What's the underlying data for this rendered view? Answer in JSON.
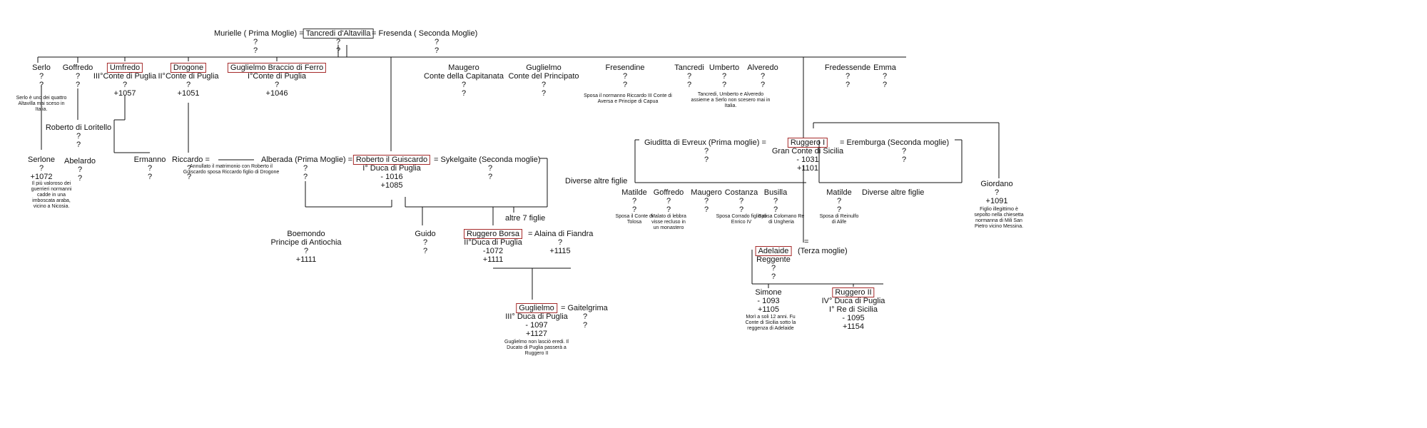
{
  "persons": [
    {
      "id": "murielle",
      "lines": [
        "Murielle ( Prima Moglie) =",
        "?",
        "?"
      ]
    },
    {
      "id": "tancredi",
      "lines": [
        "Tancredi d'Altavilla",
        "?",
        "?"
      ],
      "boxed": true,
      "box_color": "#333333"
    },
    {
      "id": "fresenda",
      "lines": [
        "= Fresenda ( Seconda Moglie)",
        "?",
        "?"
      ]
    },
    {
      "id": "serlo",
      "lines": [
        "Serlo",
        "?",
        "?"
      ]
    },
    {
      "id": "goffredo",
      "lines": [
        "Goffredo",
        "?",
        "?"
      ]
    },
    {
      "id": "umfredo",
      "lines": [
        "Umfredo",
        "III°Conte di Puglia",
        "?",
        "+1057"
      ],
      "boxed": true
    },
    {
      "id": "drogone",
      "lines": [
        "Drogone",
        "II°Conte di Puglia",
        "?",
        "+1051"
      ],
      "boxed": true
    },
    {
      "id": "guglielmo-braccio",
      "lines": [
        "Guglielmo Braccio di Ferro",
        "I°Conte di Puglia",
        "?",
        "+1046"
      ],
      "boxed": true
    },
    {
      "id": "maugero-capitanata",
      "lines": [
        "Maugero",
        "Conte della Capitanata",
        "?",
        "?"
      ]
    },
    {
      "id": "guglielmo-principato",
      "lines": [
        "Guglielmo",
        "Conte del Principato",
        "?",
        "?"
      ]
    },
    {
      "id": "fresendine",
      "lines": [
        "Fresendine",
        "?",
        "?"
      ]
    },
    {
      "id": "tancredi-figlio",
      "lines": [
        "Tancredi",
        "?",
        "?"
      ]
    },
    {
      "id": "umberto",
      "lines": [
        "Umberto",
        "?",
        "?"
      ]
    },
    {
      "id": "alveredo",
      "lines": [
        "Alveredo",
        "?",
        "?"
      ]
    },
    {
      "id": "fredessende",
      "lines": [
        "Fredessende",
        "?",
        "?"
      ]
    },
    {
      "id": "emma",
      "lines": [
        "Emma",
        "?",
        "?"
      ]
    },
    {
      "id": "roberto-loritello",
      "lines": [
        "Roberto di Loritello",
        "?",
        "?"
      ]
    },
    {
      "id": "serlone",
      "lines": [
        "Serlone",
        "?",
        "+1072"
      ]
    },
    {
      "id": "abelardo",
      "lines": [
        "Abelardo",
        "?",
        "?"
      ]
    },
    {
      "id": "ermanno",
      "lines": [
        "Ermanno",
        "?",
        "?"
      ]
    },
    {
      "id": "riccardo",
      "lines": [
        "Riccardo =",
        "?",
        "?"
      ]
    },
    {
      "id": "alberada",
      "lines": [
        "Alberada (Prima Moglie) =",
        "?",
        "?"
      ]
    },
    {
      "id": "roberto-guiscardo",
      "lines": [
        "Roberto il Guiscardo",
        "I° Duca di Puglia",
        "- 1016",
        "+1085"
      ],
      "boxed": true
    },
    {
      "id": "sykelgaite",
      "lines": [
        "= Sykelgaite (Seconda moglie)",
        "?",
        "?"
      ]
    },
    {
      "id": "giuditta",
      "lines": [
        "Giuditta di Evreux  (Prima moglie)  =",
        "?",
        "?"
      ]
    },
    {
      "id": "ruggero-i",
      "lines": [
        "Ruggero I",
        "Gran Conte di Sicilia",
        "- 1031",
        "+1101"
      ],
      "boxed": true
    },
    {
      "id": "eremburga",
      "lines": [
        "=   Eremburga  (Seconda moglie)",
        "?",
        "?"
      ]
    },
    {
      "id": "diverse-altre-figlie-1",
      "lines": [
        "Diverse altre figlie"
      ]
    },
    {
      "id": "matilde-1",
      "lines": [
        "Matilde",
        "?",
        "?"
      ]
    },
    {
      "id": "goffredo-2",
      "lines": [
        "Goffredo",
        "?",
        "?"
      ]
    },
    {
      "id": "maugero-2",
      "lines": [
        "Maugero",
        "?",
        "?"
      ]
    },
    {
      "id": "costanza",
      "lines": [
        "Costanza",
        "?",
        "?"
      ]
    },
    {
      "id": "busilla",
      "lines": [
        "Busilla",
        "?",
        "?"
      ]
    },
    {
      "id": "matilde-2",
      "lines": [
        "Matilde",
        "?",
        "?"
      ]
    },
    {
      "id": "diverse-altre-figlie-2",
      "lines": [
        "Diverse altre figlie"
      ]
    },
    {
      "id": "giordano",
      "lines": [
        "Giordano",
        "?",
        "+1091"
      ]
    },
    {
      "id": "altre-7-figlie",
      "lines": [
        "altre 7 figlie"
      ]
    },
    {
      "id": "boemondo",
      "lines": [
        "Boemondo",
        "Principe di Antiochia",
        "?",
        "+1111"
      ]
    },
    {
      "id": "guido",
      "lines": [
        "Guido",
        "?",
        "?"
      ]
    },
    {
      "id": "ruggero-borsa",
      "lines": [
        "Ruggero Borsa",
        "II°Duca di Puglia",
        "-1072",
        "+1111"
      ],
      "boxed": true
    },
    {
      "id": "alaina",
      "lines": [
        "= Alaina di Fiandra",
        "?",
        "+1115"
      ]
    },
    {
      "id": "adelaide",
      "lines": [
        "Adelaide",
        "Reggente",
        "?",
        "?"
      ],
      "boxed": true
    },
    {
      "id": "simone",
      "lines": [
        "Simone",
        "- 1093",
        "+1105"
      ]
    },
    {
      "id": "ruggero-ii",
      "lines": [
        "Ruggero II",
        "IV° Duca di Puglia",
        "I° Re di Sicilia",
        "- 1095",
        "+1154"
      ],
      "boxed": true
    },
    {
      "id": "guglielmo-iii",
      "lines": [
        "Guglielmo",
        "III° Duca di Puglia",
        "- 1097",
        "+1127"
      ],
      "boxed": true
    },
    {
      "id": "gaitelgrima",
      "lines": [
        "= Gaitelgrima",
        "?",
        "?"
      ]
    }
  ],
  "labels": {
    "terza_moglie": "(Terza moglie)",
    "eq_adelaide": "="
  },
  "notes": [
    {
      "id": "note-serlo",
      "text": "Serlo è uno dei quattro Altavilla mai sceso in Italia."
    },
    {
      "id": "note-serlone",
      "text": "Il più valoroso dei guerrieri normanni cadde in una imboscata araba, vicino a Nicosia."
    },
    {
      "id": "note-annullato",
      "text": "Annullato il matrimonio con Roberto il Guiscardo sposa Riccardo figlio di Drogone"
    },
    {
      "id": "note-fresendine",
      "text": "Sposa il normanno Riccardo III Conte di Aversa e Principe di Capua"
    },
    {
      "id": "note-tancredi",
      "text": "Tancredi, Umberto e Alveredo assieme a Serlo non scesero mai in Italia."
    },
    {
      "id": "note-matilde-1",
      "text": "Sposa il Conte di Tolosa"
    },
    {
      "id": "note-goffredo-2",
      "text": "Malato di lebbra visse recluso in un monastero"
    },
    {
      "id": "note-costanza",
      "text": "Sposa Corrado figlio di Enrico IV"
    },
    {
      "id": "note-busilla",
      "text": "Sposa Colomano Re di Ungheria"
    },
    {
      "id": "note-matilde-2",
      "text": "Sposa di Reinulfo di Alife"
    },
    {
      "id": "note-giordano",
      "text": "Figlio illegittimo è sepolto nella chiesetta normanna di Mili San Pietro vicino Messina."
    },
    {
      "id": "note-simone",
      "text": "Morì a soli 12 anni. Fu Conte di Sicilia sotto la reggenza di Adelaide"
    },
    {
      "id": "note-guglielmo-iii",
      "text": "Guglielmo non lasciò eredi. Il Ducato di Puglia passerà a Ruggero II"
    }
  ],
  "colors": {
    "box_border": "#a52a2a",
    "line": "#111111"
  }
}
